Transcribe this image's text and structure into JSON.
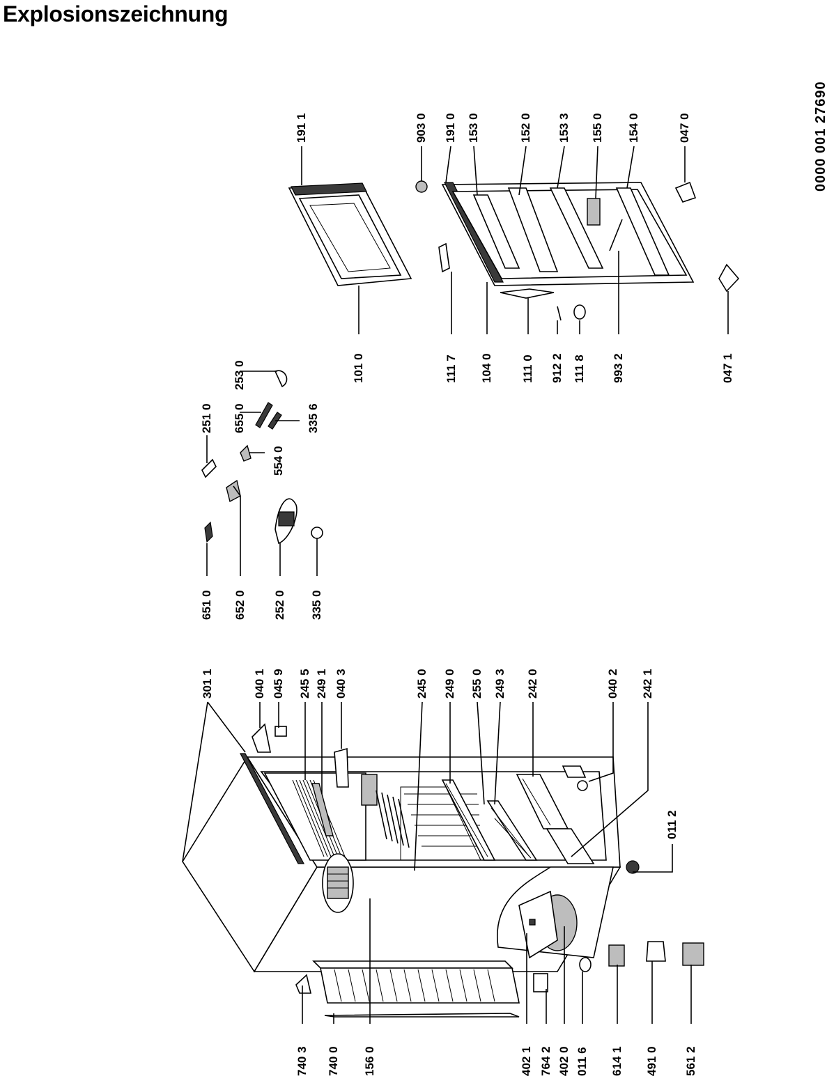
{
  "title": "Explosionszeichnung",
  "doc_number": "0000  001 27690",
  "labels": {
    "p7403": "740 3",
    "p7400": "740 0",
    "p1560": "156 0",
    "p4021": "402 1",
    "p7642": "764 2",
    "p4020": "402 0",
    "p0116": "011 6",
    "p6141": "614 1",
    "p4910": "491 0",
    "p5612": "561 2",
    "p0112": "011 2",
    "p3011": "301 1",
    "p0401": "040 1",
    "p0459": "045 9",
    "p2455": "245 5",
    "p2491": "249 1",
    "p0403": "040 3",
    "p2450": "245 0",
    "p2490": "249 0",
    "p2550": "255 0",
    "p2493": "249 3",
    "p2420": "242 0",
    "p0402": "040 2",
    "p2421": "242 1",
    "p6510": "651 0",
    "p6520": "652 0",
    "p2520": "252 0",
    "p3350": "335 0",
    "p2510": "251 0",
    "p5540": "554 0",
    "p6550": "655 0",
    "p3356": "335 6",
    "p2530": "253 0",
    "p1010": "101 0",
    "p1911": "191 1",
    "p1117": "111 7",
    "p1040": "104 0",
    "p1110": "111 0",
    "p9122": "912 2",
    "p1118": "111 8",
    "p9932": "993 2",
    "p0471": "047 1",
    "p9030": "903 0",
    "p1910": "191 0",
    "p1530": "153 0",
    "p1520": "152 0",
    "p1533": "153 3",
    "p1550": "155 0",
    "p1540": "154 0",
    "p0470": "047 0"
  }
}
